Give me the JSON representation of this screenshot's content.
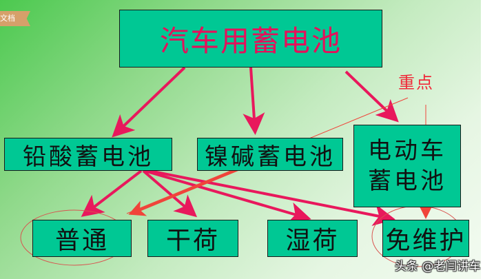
{
  "corner_tag": {
    "label": "文档"
  },
  "diagram": {
    "root": {
      "label": "汽车用蓄电池",
      "text_color": "#e5105a"
    },
    "level2": [
      {
        "label": "铅酸蓄电池"
      },
      {
        "label": "镍碱蓄电池"
      },
      {
        "label_line1": "电动车",
        "label_line2": "蓄电池"
      }
    ],
    "level3": [
      {
        "label": "普通",
        "circled": true
      },
      {
        "label": "干荷"
      },
      {
        "label": "湿荷"
      },
      {
        "label": "免维护",
        "circled": true
      }
    ],
    "annotation": {
      "label": "重点",
      "color": "#f02a3a"
    },
    "edges": [
      {
        "from": "汽车用蓄电池",
        "to": "铅酸蓄电池"
      },
      {
        "from": "汽车用蓄电池",
        "to": "镍碱蓄电池"
      },
      {
        "from": "汽车用蓄电池",
        "to": "电动车蓄电池"
      },
      {
        "from": "铅酸蓄电池",
        "to": "普通"
      },
      {
        "from": "铅酸蓄电池",
        "to": "干荷"
      },
      {
        "from": "铅酸蓄电池",
        "to": "湿荷"
      },
      {
        "from": "铅酸蓄电池",
        "to": "免维护"
      },
      {
        "from": "重点",
        "to": "普通",
        "style": "emphasis"
      },
      {
        "from": "重点",
        "to": "免维护",
        "style": "emphasis"
      }
    ],
    "colors": {
      "box_fill": "#00c894",
      "box_border": "#1a1a1a",
      "arrow": "#e8185c",
      "emphasis_arrow": "#f0443a",
      "circle": "#d9534f"
    }
  },
  "watermark": {
    "label": "头条 @老闫讲车"
  }
}
